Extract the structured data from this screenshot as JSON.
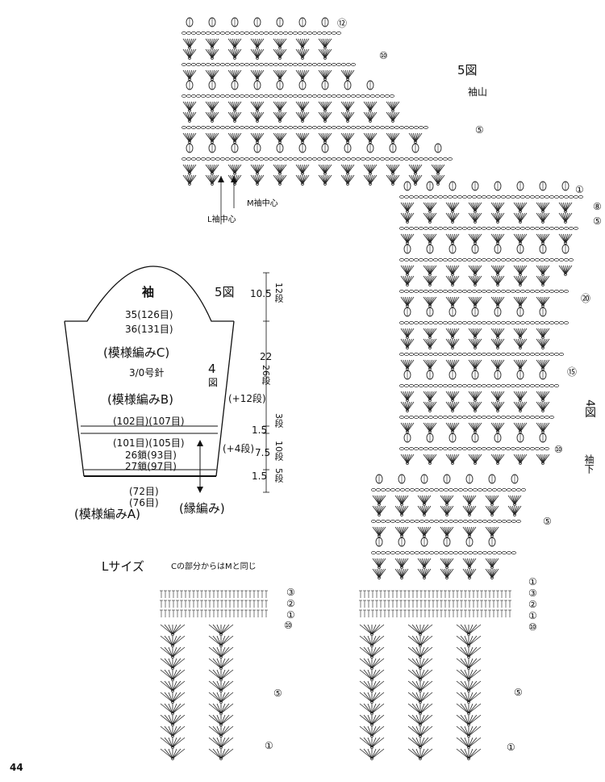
{
  "page_number": "44",
  "chart": {
    "fig5_label": "5図",
    "sleeve_cap_label": "袖山",
    "fig4_label": "4図",
    "underarm_label": "袖下",
    "l_center_label": "L袖中心",
    "m_center_label": "M袖中心",
    "row_marks_right": [
      "⑫",
      "⑩",
      "⑤",
      "①",
      "⑧",
      "⑤",
      "⑳",
      "⑮",
      "⑩",
      "⑤"
    ],
    "row_marks_bottom_left": [
      "③",
      "②",
      "①",
      "⑩",
      "⑤",
      "①"
    ],
    "row_marks_bottom_right": [
      "①",
      "③",
      "②",
      "①",
      "⑩",
      "⑤",
      "①"
    ]
  },
  "schematic": {
    "title": "袖",
    "fig5": "5図",
    "width_top_1": "35(126目)",
    "width_top_2": "36(131目)",
    "pattern_c": "(模様編みC)",
    "needle": "3/0号針",
    "fig4": "4",
    "fig4_kanji": "図",
    "pattern_b": "(模様編みB)",
    "stitches_b": "(102目)(107目)",
    "stitches_a1": "(101目)(105目)",
    "chain_1": "26鎖(93目)",
    "chain_2": "27鎖(97目)",
    "bottom_1": "(72目)",
    "bottom_2": "(76目)",
    "pattern_a": "(模様編みA)",
    "edging": "(縁編み)",
    "dim_cap": "10.5",
    "dim_cap_rows": "12段",
    "dim_c_1": "22",
    "dim_c_2": "26段",
    "dim_plus12": "(+12段)",
    "dim_b": "1.5",
    "dim_b_rows": "3段",
    "dim_plus4": "(+4段)",
    "dim_a": "7.5",
    "dim_a_rows": "10段",
    "dim_edge": "1.5",
    "dim_edge_rows": "5段"
  },
  "l_size": {
    "label": "Lサイズ",
    "note": "Cの部分からはMと同じ"
  }
}
